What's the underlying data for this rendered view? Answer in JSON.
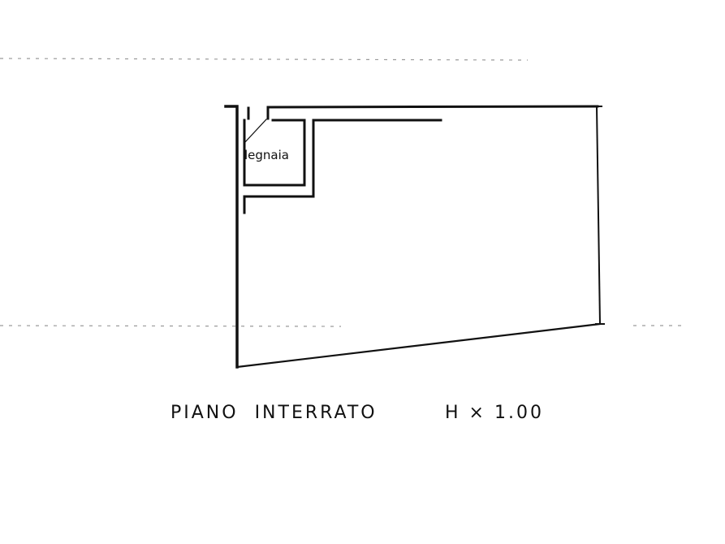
{
  "plan": {
    "room_label": "legnaia",
    "floor_name": "PIANO  INTERRATO",
    "height_label": "H × 1.00",
    "ink_color": "#111111",
    "background_color": "#ffffff"
  }
}
